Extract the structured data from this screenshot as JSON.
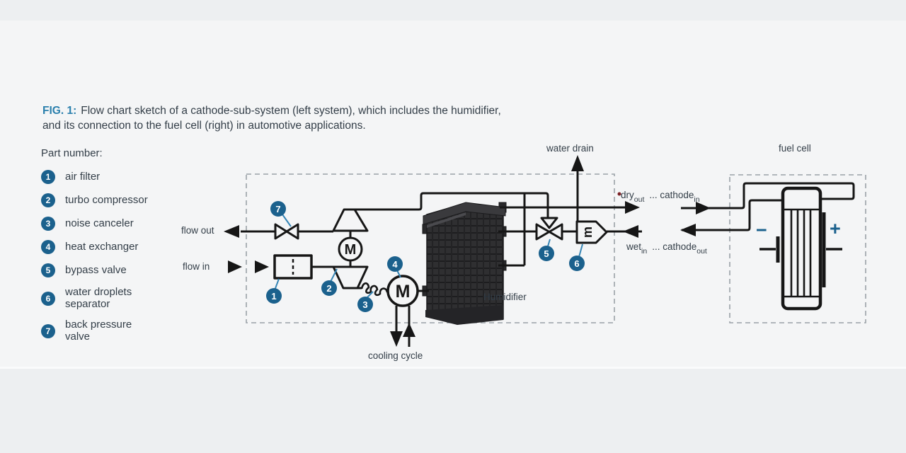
{
  "caption": {
    "prefix": "FIG. 1:",
    "line1": "Flow chart sketch of a cathode-sub-system (left system), which includes the humidifier,",
    "line2": "and its connection to the fuel cell (right) in automotive applications."
  },
  "legend": {
    "title": "Part number:",
    "items": [
      {
        "num": "1",
        "label": "air filter"
      },
      {
        "num": "2",
        "label": "turbo compressor"
      },
      {
        "num": "3",
        "label": "noise canceler"
      },
      {
        "num": "4",
        "label": "heat exchanger"
      },
      {
        "num": "5",
        "label": "bypass valve"
      },
      {
        "num": "6",
        "label": "water droplets separator"
      },
      {
        "num": "7",
        "label": "back pressure valve"
      }
    ]
  },
  "diagram": {
    "labels": {
      "water_drain": "water drain",
      "fuel_cell": "fuel cell",
      "flow_out": "flow out",
      "flow_in": "flow in",
      "humidifier": "Humidifier",
      "cooling_cycle": "cooling cycle",
      "dry": "dry",
      "dry_sub": "out",
      "dry_rest": "... cathode",
      "dry_rest_sub": "in",
      "wet": "wet",
      "wet_sub": "in",
      "wet_rest": "... cathode",
      "wet_rest_sub": "out",
      "minus": "−",
      "plus": "+"
    },
    "badges": {
      "n1": "1",
      "n2": "2",
      "n3": "3",
      "n4": "4",
      "n5": "5",
      "n6": "6",
      "n7": "7"
    },
    "glyphs": {
      "motor": "M",
      "heat_exchanger": "M",
      "separator_icon": "m"
    },
    "colors": {
      "badge_blue": "#1b618d",
      "caption_accent": "#2b80ad",
      "leader_blue": "#3585b5",
      "line_black": "#161616",
      "terminal_blue": "#1b618d"
    }
  }
}
